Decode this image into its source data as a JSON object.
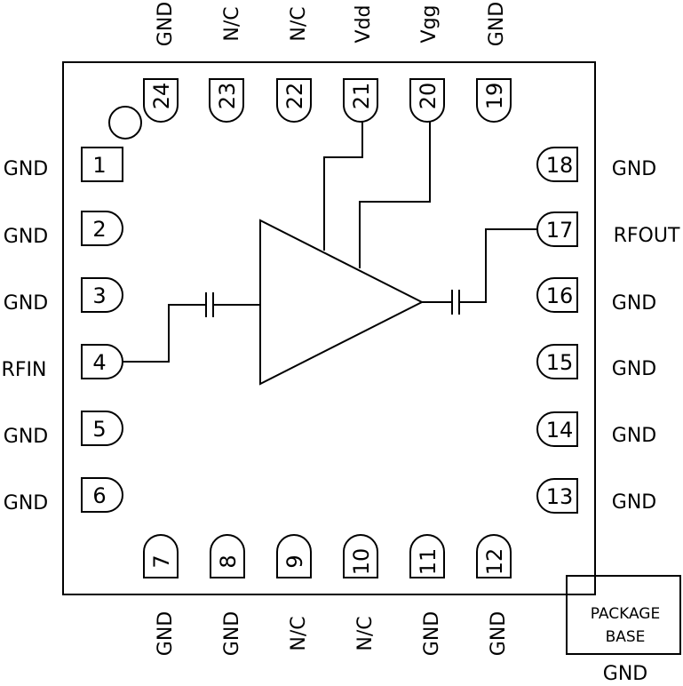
{
  "pins": {
    "p1": {
      "num": "1",
      "label": "GND"
    },
    "p2": {
      "num": "2",
      "label": "GND"
    },
    "p3": {
      "num": "3",
      "label": "GND"
    },
    "p4": {
      "num": "4",
      "label": "RFIN"
    },
    "p5": {
      "num": "5",
      "label": "GND"
    },
    "p6": {
      "num": "6",
      "label": "GND"
    },
    "p7": {
      "num": "7",
      "label": "GND"
    },
    "p8": {
      "num": "8",
      "label": "GND"
    },
    "p9": {
      "num": "9",
      "label": "N/C"
    },
    "p10": {
      "num": "10",
      "label": "N/C"
    },
    "p11": {
      "num": "11",
      "label": "GND"
    },
    "p12": {
      "num": "12",
      "label": "GND"
    },
    "p13": {
      "num": "13",
      "label": "GND"
    },
    "p14": {
      "num": "14",
      "label": "GND"
    },
    "p15": {
      "num": "15",
      "label": "GND"
    },
    "p16": {
      "num": "16",
      "label": "GND"
    },
    "p17": {
      "num": "17",
      "label": "RFOUT"
    },
    "p18": {
      "num": "18",
      "label": "GND"
    },
    "p19": {
      "num": "19",
      "label": "GND"
    },
    "p20": {
      "num": "20",
      "label": "Vgg"
    },
    "p21": {
      "num": "21",
      "label": "Vdd"
    },
    "p22": {
      "num": "22",
      "label": "N/C"
    },
    "p23": {
      "num": "23",
      "label": "N/C"
    },
    "p24": {
      "num": "24",
      "label": "GND"
    }
  },
  "package_base": {
    "line1": "PACKAGE",
    "line2": "BASE",
    "label": "GND"
  }
}
